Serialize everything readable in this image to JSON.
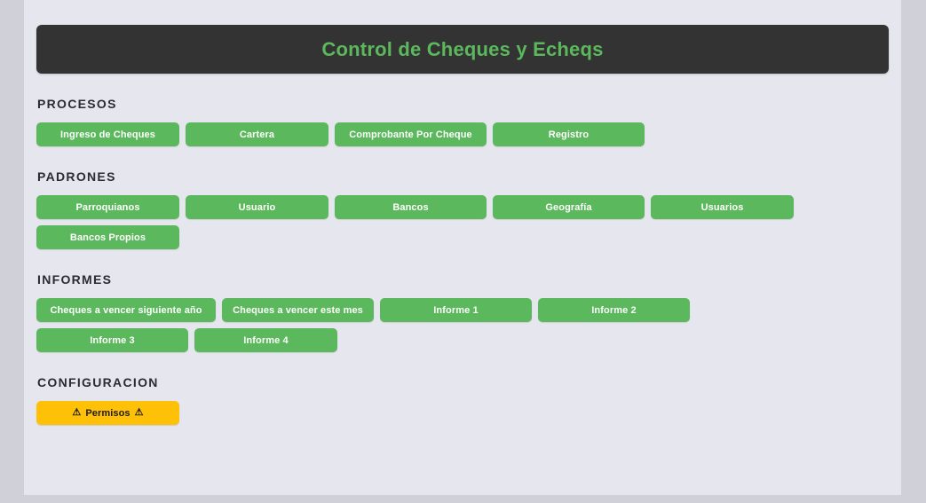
{
  "header": {
    "title": "Control de Cheques y Echeqs",
    "title_color": "#5cb85c",
    "background_color": "#333333"
  },
  "theme": {
    "button_green": "#5cb85c",
    "button_warning": "#ffc107",
    "page_background": "#e6e7ee",
    "outer_background": "#cfd0d8",
    "heading_color": "#2b2b33"
  },
  "sections": [
    {
      "heading": "PROCESOS",
      "buttons": [
        {
          "label": "Ingreso de Cheques",
          "style": "green",
          "size": "sm"
        },
        {
          "label": "Cartera",
          "style": "green",
          "size": "sm"
        },
        {
          "label": "Comprobante Por Cheque",
          "style": "green",
          "size": "md"
        },
        {
          "label": "Registro",
          "style": "green",
          "size": "md"
        }
      ]
    },
    {
      "heading": "PADRONES",
      "buttons": [
        {
          "label": "Parroquianos",
          "style": "green",
          "size": "sm"
        },
        {
          "label": "Usuario",
          "style": "green",
          "size": "sm"
        },
        {
          "label": "Bancos",
          "style": "green",
          "size": "md"
        },
        {
          "label": "Geografía",
          "style": "green",
          "size": "md"
        },
        {
          "label": "Usuarios",
          "style": "green",
          "size": "sm"
        },
        {
          "label": "Bancos Propios",
          "style": "green",
          "size": "sm"
        }
      ]
    },
    {
      "heading": "INFORMES",
      "buttons": [
        {
          "label": "Cheques a vencer siguiente año",
          "style": "green",
          "size": "lg"
        },
        {
          "label": "Cheques a vencer este mes",
          "style": "green",
          "size": "md"
        },
        {
          "label": "Informe 1",
          "style": "green",
          "size": "md"
        },
        {
          "label": "Informe 2",
          "style": "green",
          "size": "md"
        },
        {
          "label": "Informe 3",
          "style": "green",
          "size": "md"
        },
        {
          "label": "Informe 4",
          "style": "green",
          "size": "sm"
        }
      ]
    },
    {
      "heading": "CONFIGURACION",
      "buttons": [
        {
          "label": "Permisos",
          "style": "warning",
          "size": "sm",
          "icon_left": "⚠",
          "icon_right": "⚠",
          "icon_name": "warning-triangle-icon"
        }
      ]
    }
  ]
}
